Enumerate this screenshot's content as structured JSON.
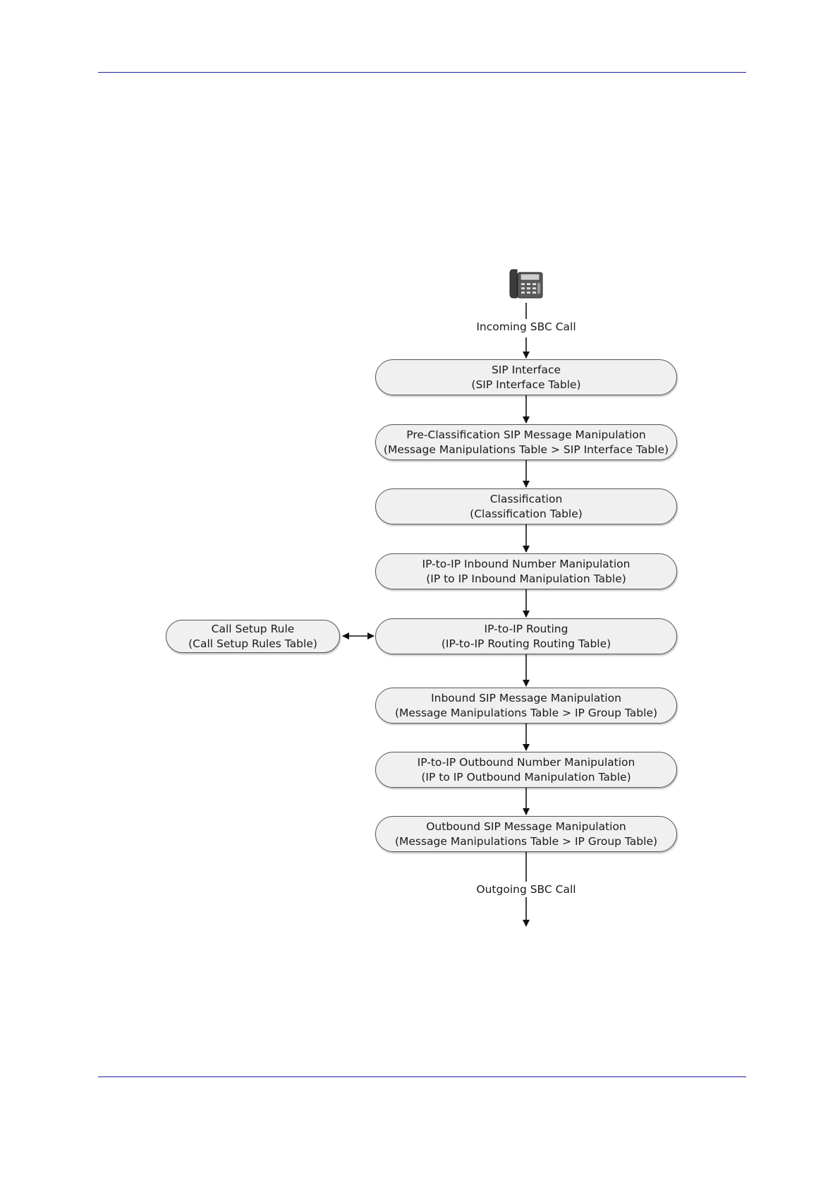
{
  "diagram": {
    "start_label": "Incoming SBC Call",
    "end_label": "Outgoing SBC Call",
    "steps": [
      {
        "title": "SIP Interface",
        "subtitle": "(SIP Interface Table)"
      },
      {
        "title": "Pre-Classification SIP Message Manipulation",
        "subtitle": "(Message Manipulations Table > SIP Interface Table)"
      },
      {
        "title": "Classification",
        "subtitle": "(Classification Table)"
      },
      {
        "title": "IP-to-IP Inbound Number Manipulation",
        "subtitle": "(IP to IP Inbound Manipulation Table)"
      },
      {
        "title": "IP-to-IP Routing",
        "subtitle": "(IP-to-IP Routing Routing Table)"
      },
      {
        "title": "Inbound SIP Message Manipulation",
        "subtitle": "(Message Manipulations Table > IP Group Table)"
      },
      {
        "title": "IP-to-IP Outbound Number Manipulation",
        "subtitle": "(IP to IP Outbound Manipulation Table)"
      },
      {
        "title": "Outbound SIP Message Manipulation",
        "subtitle": "(Message Manipulations Table > IP Group Table)"
      }
    ],
    "side_step": {
      "title": "Call Setup Rule",
      "subtitle": "(Call Setup Rules Table)"
    },
    "icons": {
      "start": "desk-phone-icon"
    }
  }
}
